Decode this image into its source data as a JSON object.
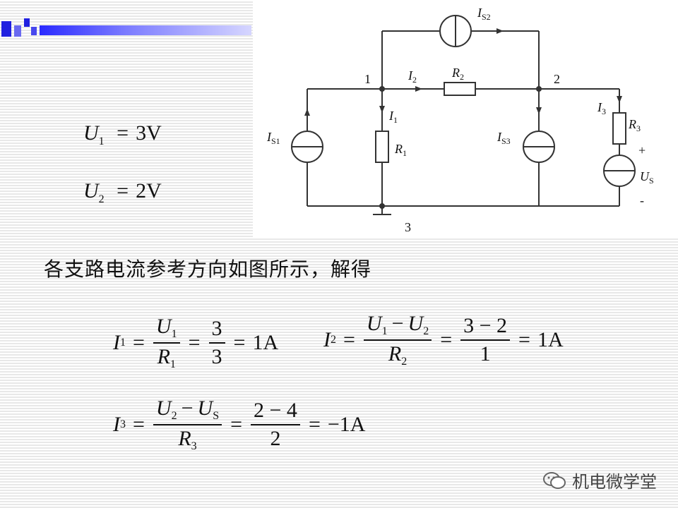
{
  "given": [
    {
      "var": "U",
      "sub": "1",
      "value": "3V"
    },
    {
      "var": "U",
      "sub": "2",
      "value": "2V"
    }
  ],
  "circuit": {
    "node_labels": [
      "1",
      "2",
      "3"
    ],
    "currents": [
      {
        "var": "I",
        "sub": "1"
      },
      {
        "var": "I",
        "sub": "2"
      },
      {
        "var": "I",
        "sub": "3"
      }
    ],
    "resistors": [
      {
        "var": "R",
        "sub": "1"
      },
      {
        "var": "R",
        "sub": "2"
      },
      {
        "var": "R",
        "sub": "3"
      }
    ],
    "current_sources": [
      {
        "var": "I",
        "sub": "S1"
      },
      {
        "var": "I",
        "sub": "S2"
      },
      {
        "var": "I",
        "sub": "S3"
      }
    ],
    "voltage_source": {
      "var": "U",
      "sub": "S",
      "plus": "+",
      "minus": "-"
    }
  },
  "caption": "各支路电流参考方向如图所示，解得",
  "equations": {
    "i1": {
      "lhs_var": "I",
      "lhs_sub": "1",
      "num_var": "U",
      "num_sub": "1",
      "den_var": "R",
      "den_sub": "1",
      "frac2_num": "3",
      "frac2_den": "3",
      "result": "1A"
    },
    "i2": {
      "lhs_var": "I",
      "lhs_sub": "2",
      "num_a_var": "U",
      "num_a_sub": "1",
      "minus": "−",
      "num_b_var": "U",
      "num_b_sub": "2",
      "den_var": "R",
      "den_sub": "2",
      "frac2_num": "3 − 2",
      "frac2_den": "1",
      "result": "1A"
    },
    "i3": {
      "lhs_var": "I",
      "lhs_sub": "3",
      "num_a_var": "U",
      "num_a_sub": "2",
      "minus": "−",
      "num_b_var": "U",
      "num_b_sub": "S",
      "den_var": "R",
      "den_sub": "3",
      "frac2_num": "2 − 4",
      "frac2_den": "2",
      "result": "−1A"
    },
    "eq_sign": "="
  },
  "watermark": {
    "text": "机电微学堂",
    "icon": "wechat-icon"
  },
  "colors": {
    "accent_blue": "#2a2aff",
    "ink": "#111111"
  }
}
